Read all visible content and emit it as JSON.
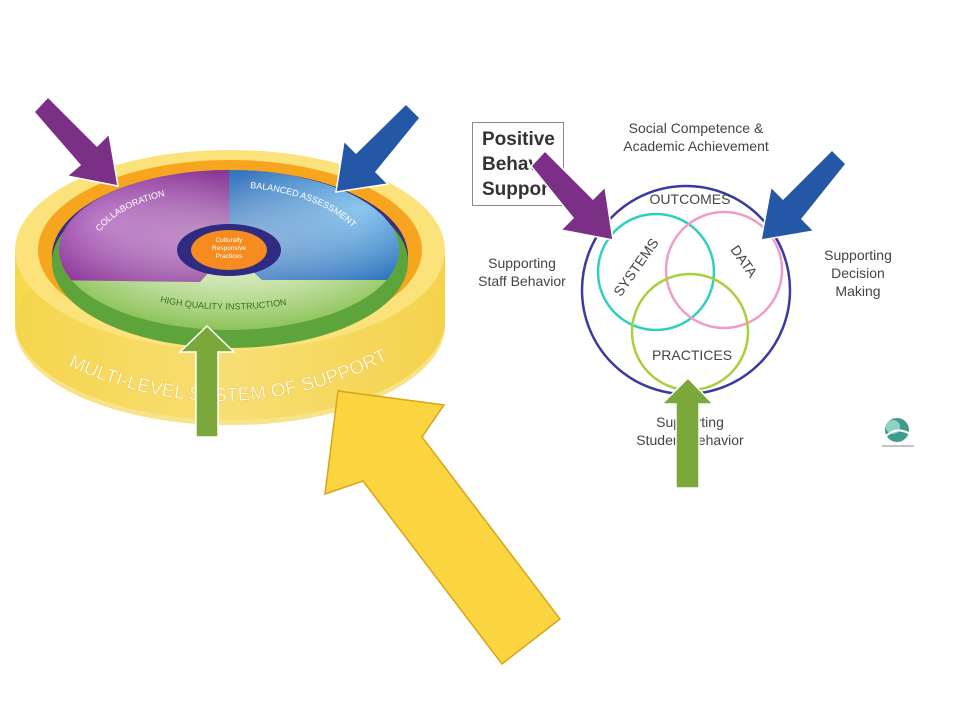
{
  "left_diagram": {
    "center": [
      "Culturally",
      "Responsive",
      "Practices"
    ],
    "segments": {
      "collaboration": "COLLABORATION",
      "assessment": "BALANCED ASSESSMENT",
      "instruction": "HIGH QUALITY INSTRUCTION"
    },
    "base_label": "MULTI-LEVEL SYSTEM OF SUPPORT",
    "colors": {
      "purple": "#8a2a90",
      "blue": "#1f74bd",
      "green": "#8cc63f",
      "orange": "#f68b1f",
      "gold": "#fdc82f"
    }
  },
  "right_diagram": {
    "title_box": [
      "Positive",
      "Behav",
      "Suppor"
    ],
    "top_label": [
      "Social Competence &",
      "Academic Achievement"
    ],
    "left_label": [
      "Supporting",
      "Staff Behavior"
    ],
    "right_label": [
      "Supporting",
      "Decision",
      "Making"
    ],
    "bottom_label": [
      "Supporting",
      "Student Behavior"
    ],
    "outcomes": "OUTCOMES",
    "systems": "SYSTEMS",
    "data": "DATA",
    "practices": "PRACTICES",
    "colors": {
      "systems": "#2ecfc0",
      "data": "#f19cc8",
      "practices": "#a8cf3c",
      "outer": "#3a3aa0"
    }
  },
  "arrows": {
    "colors": {
      "purple": "#7b2f86",
      "blue": "#2457a6",
      "green": "#7aa83b",
      "yellow": "#fbd540"
    }
  }
}
